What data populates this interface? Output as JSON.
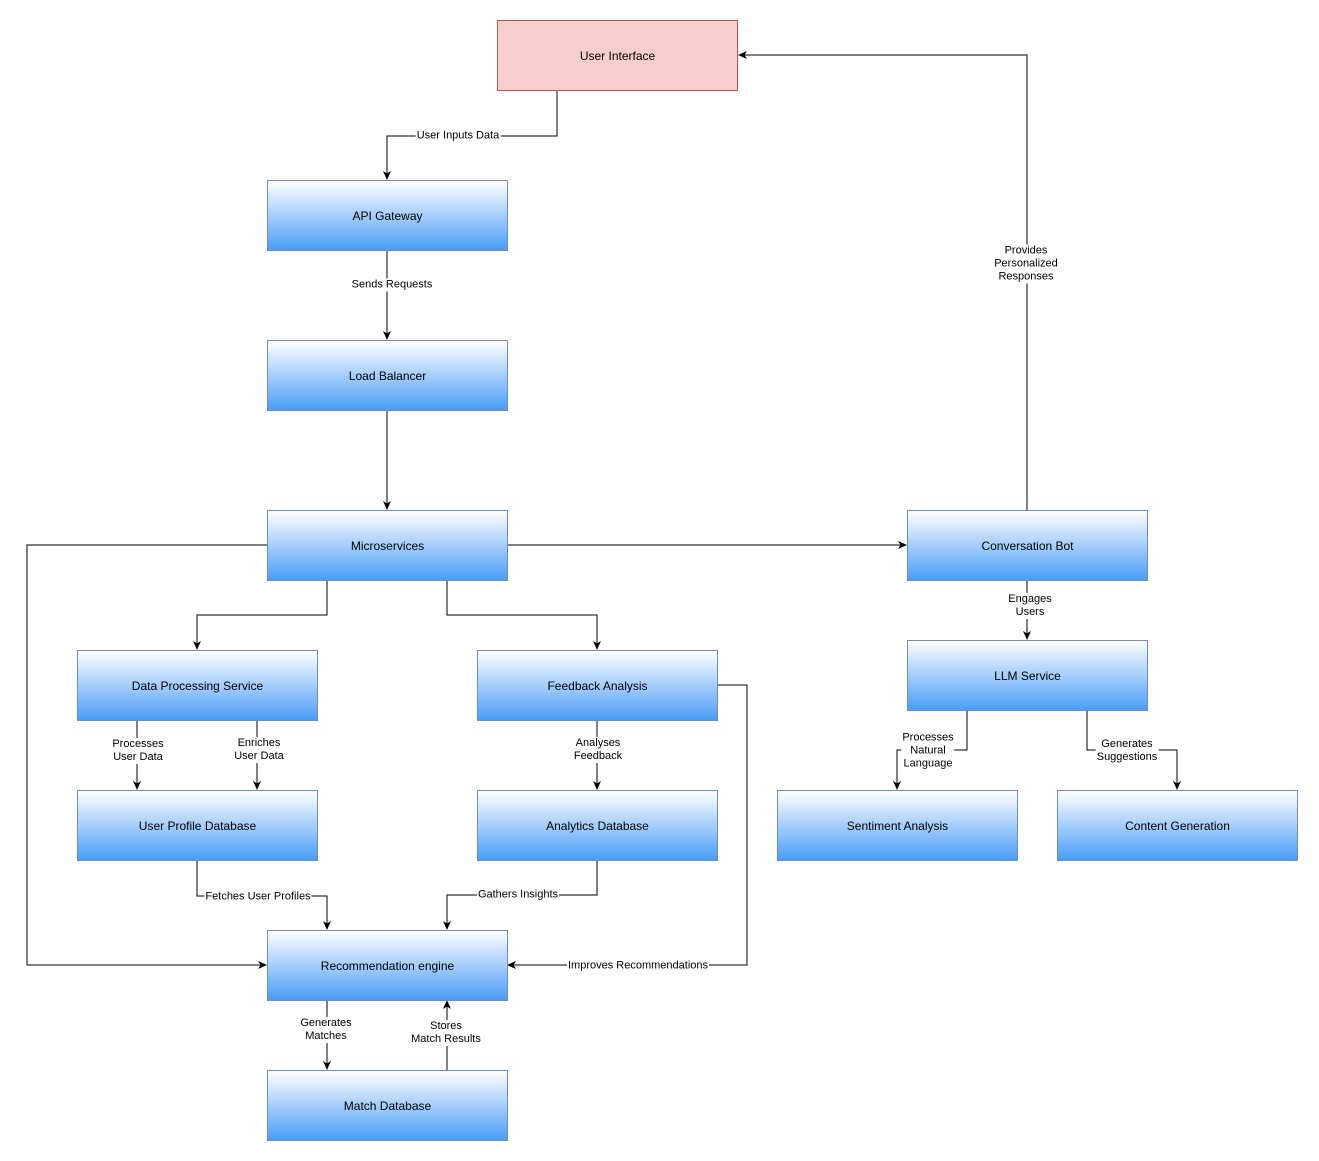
{
  "nodes": {
    "ui": "User Interface",
    "api": "API Gateway",
    "lb": "Load Balancer",
    "ms": "Microservices",
    "bot": "Conversation Bot",
    "dps": "Data Processing Service",
    "fa": "Feedback Analysis",
    "llm": "LLM Service",
    "upd": "User Profile Database",
    "adb": "Analytics Database",
    "sa": "Sentiment Analysis",
    "cg": "Content Generation",
    "rec": "Recommendation engine",
    "mdb": "Match Database"
  },
  "edge_labels": {
    "user_inputs": "User Inputs Data",
    "sends_requests": "Sends Requests",
    "provides": "Provides\nPersonalized\nResponses",
    "engages": "Engages\nUsers",
    "processes_user": "Processes\nUser Data",
    "enriches_user": "Enriches\nUser Data",
    "analyses": "Analyses\nFeedback",
    "processes_nl": "Processes\nNatural\nLanguage",
    "generates_sugg": "Generates\nSuggestions",
    "fetches": "Fetches User Profiles",
    "gathers": "Gathers Insights",
    "improves": "Improves Recommendations",
    "generates_matches": "Generates\nMatches",
    "stores": "Stores\nMatch Results"
  }
}
